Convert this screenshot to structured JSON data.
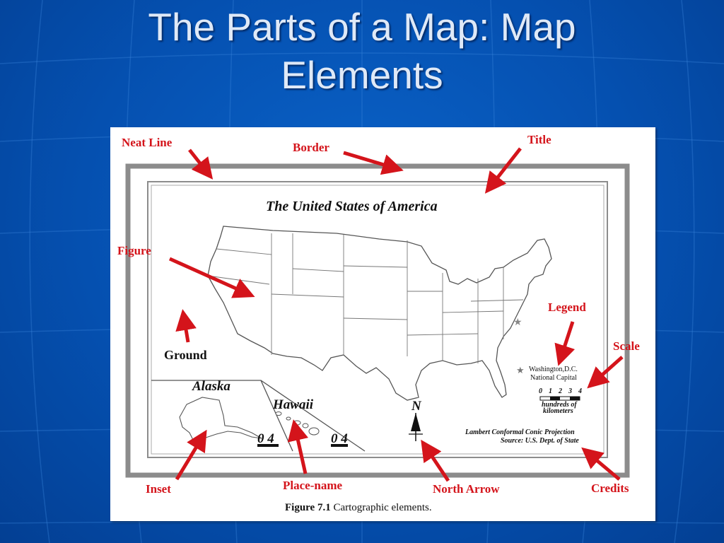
{
  "slide": {
    "title_line1": "The Parts of a Map: Map",
    "title_line2": "Elements",
    "background_color": "#0550b0",
    "title_color": "#dfe9f7"
  },
  "map": {
    "title": "The United States of America",
    "alaska_label": "Alaska",
    "hawaii_label": "Hawaii",
    "ground_label": "Ground",
    "north_label": "N",
    "alaska_scale": "0  4",
    "hawaii_scale": "0 4",
    "legend_line1": "Washington,D.C.",
    "legend_line2": "National Capital",
    "scale_ticks": [
      "0",
      "1",
      "2",
      "3",
      "4"
    ],
    "scale_unit_line1": "hundreds of",
    "scale_unit_line2": "kilometers",
    "credits_line1": "Lambert Conformal Conic Projection",
    "credits_line2": "Source: U.S. Dept. of State",
    "caption_bold": "Figure 7.1",
    "caption_text": " Cartographic elements."
  },
  "annotations": {
    "neat_line": "Neat Line",
    "border": "Border",
    "title": "Title",
    "figure": "Figure",
    "legend": "Legend",
    "scale": "Scale",
    "inset": "Inset",
    "place_name": "Place-name",
    "north_arrow": "North Arrow",
    "credits": "Credits",
    "color": "#d4141b"
  },
  "icons": [
    "star-icon",
    "north-arrow-icon"
  ]
}
